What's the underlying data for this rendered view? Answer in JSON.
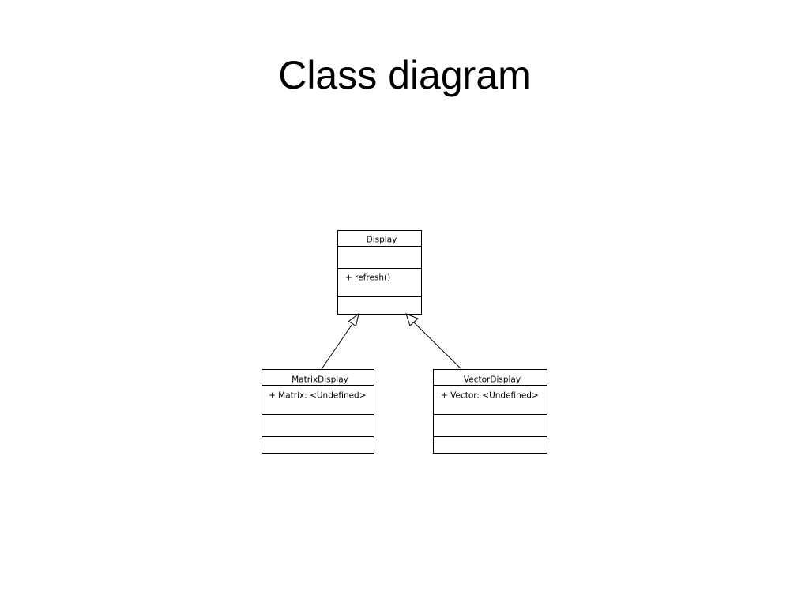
{
  "slide": {
    "title": "Class diagram"
  },
  "diagram": {
    "classes": {
      "display": {
        "name": "Display",
        "operations": [
          "+ refresh()"
        ]
      },
      "matrix_display": {
        "name": "MatrixDisplay",
        "attributes": [
          "+ Matrix: <Undefined>"
        ]
      },
      "vector_display": {
        "name": "VectorDisplay",
        "attributes": [
          "+ Vector: <Undefined>"
        ]
      }
    },
    "relations": [
      {
        "type": "generalization",
        "from": "MatrixDisplay",
        "to": "Display"
      },
      {
        "type": "generalization",
        "from": "VectorDisplay",
        "to": "Display"
      }
    ]
  }
}
